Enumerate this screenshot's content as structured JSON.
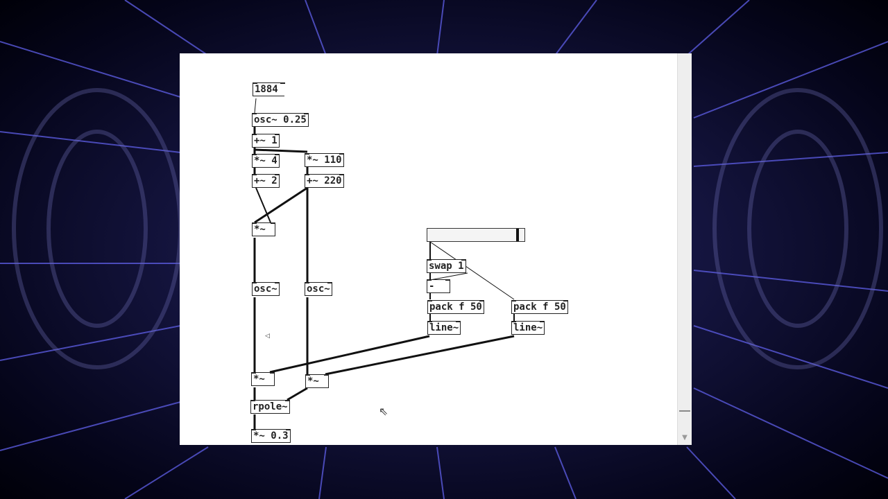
{
  "window": {
    "type": "Pure Data patch canvas",
    "scrollbar": {
      "down_arrow": "▼"
    }
  },
  "objects": [
    {
      "id": "numbox_1884",
      "kind": "number",
      "text": "1884"
    },
    {
      "id": "osc_025",
      "kind": "object",
      "text": "osc~ 0.25"
    },
    {
      "id": "add_1",
      "kind": "object",
      "text": "+~ 1"
    },
    {
      "id": "mul_4",
      "kind": "object",
      "text": "*~ 4"
    },
    {
      "id": "add_2",
      "kind": "object",
      "text": "+~ 2"
    },
    {
      "id": "mul_110",
      "kind": "object",
      "text": "*~ 110"
    },
    {
      "id": "add_220",
      "kind": "object",
      "text": "+~ 220"
    },
    {
      "id": "mul_a",
      "kind": "object",
      "text": "*~"
    },
    {
      "id": "osc_a",
      "kind": "object",
      "text": "osc~"
    },
    {
      "id": "osc_b",
      "kind": "object",
      "text": "osc~"
    },
    {
      "id": "hslider",
      "kind": "hslider",
      "text": ""
    },
    {
      "id": "swap_1",
      "kind": "object",
      "text": "swap 1"
    },
    {
      "id": "minus",
      "kind": "object",
      "text": "-"
    },
    {
      "id": "pack_a",
      "kind": "object",
      "text": "pack f 50"
    },
    {
      "id": "pack_b",
      "kind": "object",
      "text": "pack f 50"
    },
    {
      "id": "line_a",
      "kind": "object",
      "text": "line~"
    },
    {
      "id": "line_b",
      "kind": "object",
      "text": "line~"
    },
    {
      "id": "mul_b",
      "kind": "object",
      "text": "*~"
    },
    {
      "id": "mul_c",
      "kind": "object",
      "text": "*~"
    },
    {
      "id": "rpole",
      "kind": "object",
      "text": "rpole~"
    },
    {
      "id": "mul_03",
      "kind": "object",
      "text": "*~ 0.3"
    }
  ],
  "cursor": {
    "icon": "arrow-pointer"
  }
}
